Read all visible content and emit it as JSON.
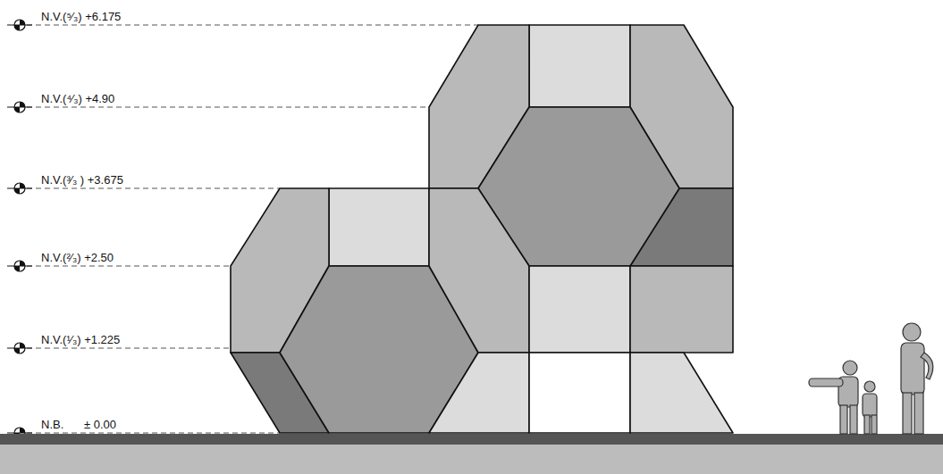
{
  "diagram": {
    "labels": [
      "N.V.(⁵⁄₃) +6.175",
      "N.V.(⁴⁄₃) +4.90",
      "N.V.(³⁄₃ ) +3.675",
      "N.V.(²⁄₃) +2.50",
      "N.V.(¹⁄₃) +1.225",
      "N.B.",
      "± 0.00"
    ]
  }
}
